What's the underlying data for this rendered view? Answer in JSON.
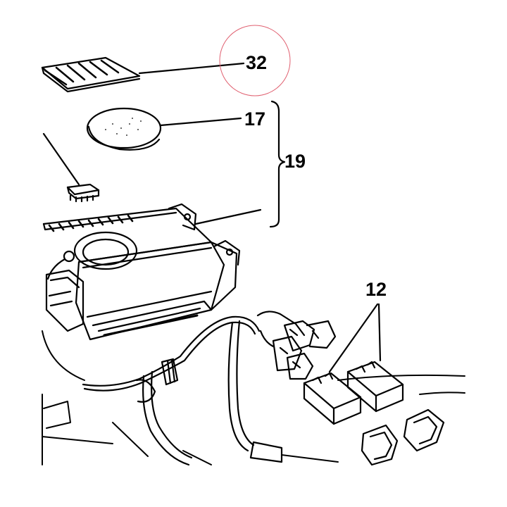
{
  "callouts": {
    "c32": "32",
    "c17": "17",
    "c19": "19",
    "c12": "12"
  },
  "colors": {
    "ink": "#000000",
    "highlight_circle": "#e06070"
  }
}
